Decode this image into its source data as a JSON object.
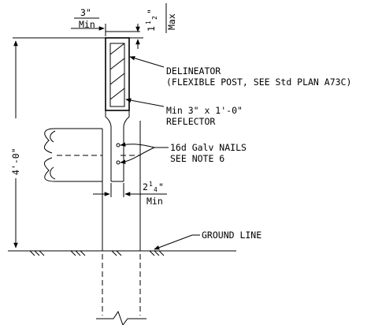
{
  "dimensions": {
    "top_min_value": "3\"",
    "top_min_label": "Min",
    "max_whole": "1",
    "max_num": "1",
    "max_den": "2",
    "max_label": "Max",
    "height_label": "4'-0\"",
    "bottom_min_whole": "2",
    "bottom_min_num": "1",
    "bottom_min_den": "4",
    "bottom_min_label": "Min"
  },
  "callouts": {
    "delineator_line1": "DELINEATOR",
    "delineator_line2": "(FLEXIBLE POST, SEE Std PLAN A73C)",
    "reflector_line1": "Min 3\" x 1'-0\"",
    "reflector_line2": "REFLECTOR",
    "nails_line1": "16d Galv NAILS",
    "nails_line2": "SEE NOTE 6",
    "ground": "GROUND LINE"
  }
}
